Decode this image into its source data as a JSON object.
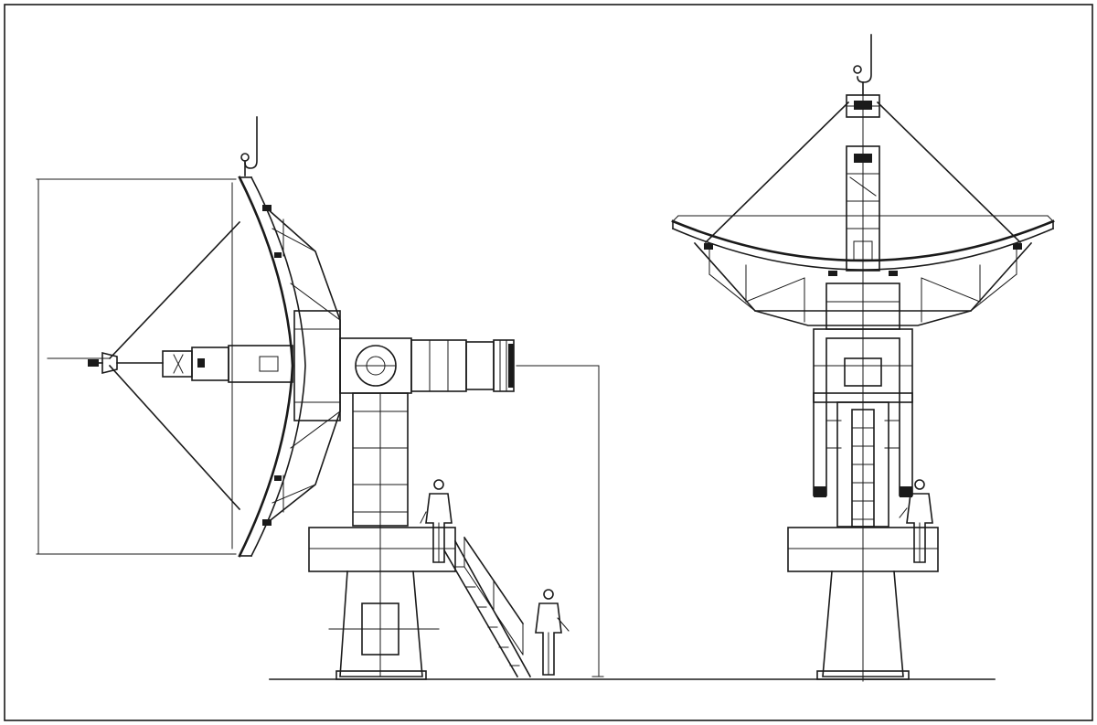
{
  "drawing": {
    "views": [
      "side-elevation",
      "front-elevation"
    ],
    "colors": {
      "line": "#1a1a1a",
      "background": "#ffffff",
      "border": "#1a1a1a"
    },
    "figures_shown": 3
  }
}
